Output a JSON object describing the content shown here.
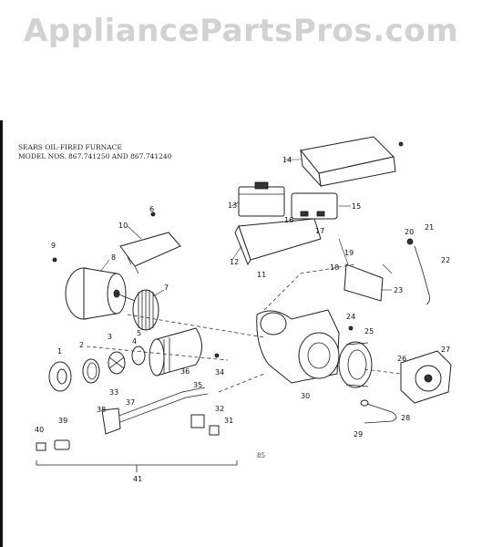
{
  "watermark": "AppliancePartsPros.com",
  "title": {
    "line1": "SEARS OIL-FIRED FURNACE",
    "line2": "MODEL NOS. 867.741250 AND 867.741240"
  },
  "page_number": "85",
  "callouts": [
    "1",
    "2",
    "3",
    "4",
    "5",
    "6",
    "7",
    "8",
    "9",
    "10",
    "11",
    "12",
    "13",
    "14",
    "15",
    "16",
    "17",
    "18",
    "19",
    "20",
    "21",
    "22",
    "23",
    "24",
    "25",
    "26",
    "27",
    "28",
    "29",
    "30",
    "31",
    "32",
    "33",
    "34",
    "35",
    "36",
    "37",
    "38",
    "39",
    "40",
    "41"
  ]
}
